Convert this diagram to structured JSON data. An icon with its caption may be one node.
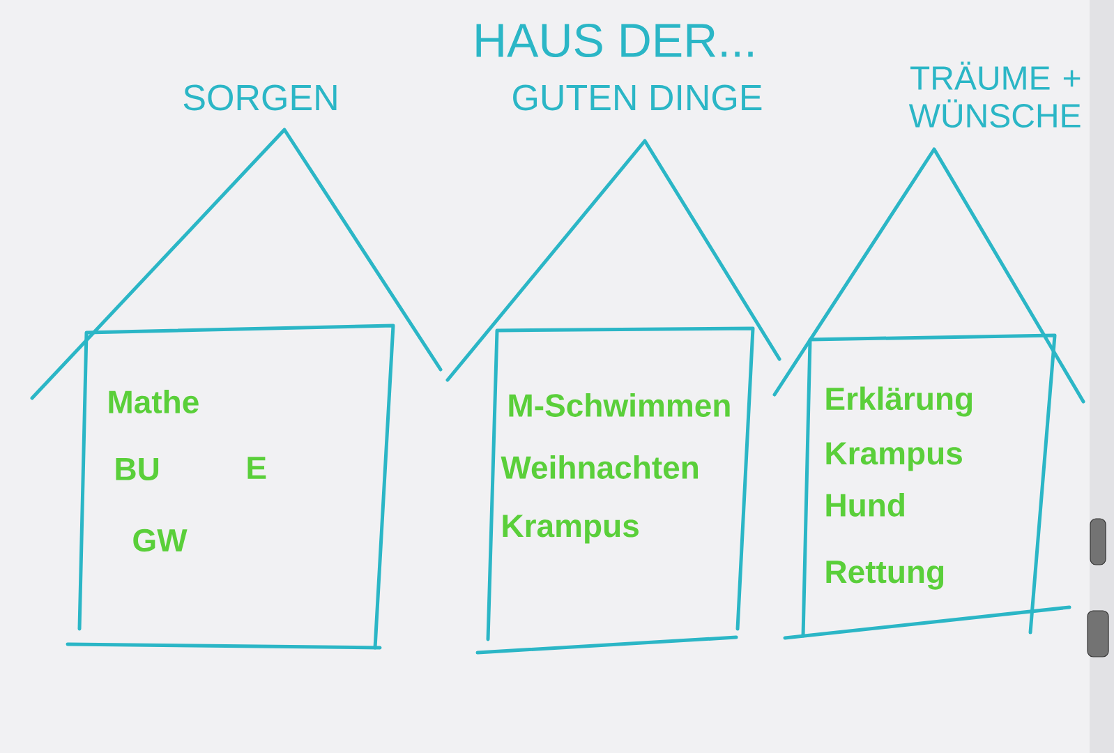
{
  "diagram": {
    "title": "HAUS DER...",
    "nodes": [
      {
        "text": [
          "SORGEN",
          "Mathe",
          "BU",
          "E",
          "GW"
        ]
      },
      {
        "text": [
          "GUTEN DINGE",
          "M-Schwimmen",
          "Weihnachten",
          "Krampus"
        ]
      },
      {
        "text": [
          "TRÄUME + WÜNSCHE",
          "Erklärung",
          "Krampus",
          "Hund",
          "Rettung"
        ]
      }
    ]
  }
}
